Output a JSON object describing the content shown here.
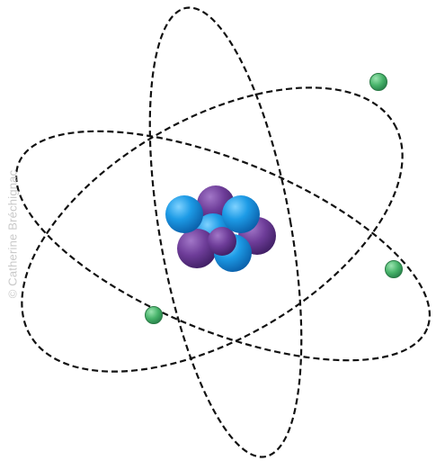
{
  "credit": {
    "text": "© Catherine Bréchignac"
  },
  "diagram": {
    "subject": "atom",
    "orbit_count": 3,
    "electron_count": 3,
    "proton_count": 4,
    "neutron_count": 4
  },
  "colors": {
    "orbit": "#111111",
    "electron": "#4bb66c",
    "proton": "#1a8fd8",
    "neutron": "#6b3a96",
    "credit_text": "#c9c9c9"
  }
}
